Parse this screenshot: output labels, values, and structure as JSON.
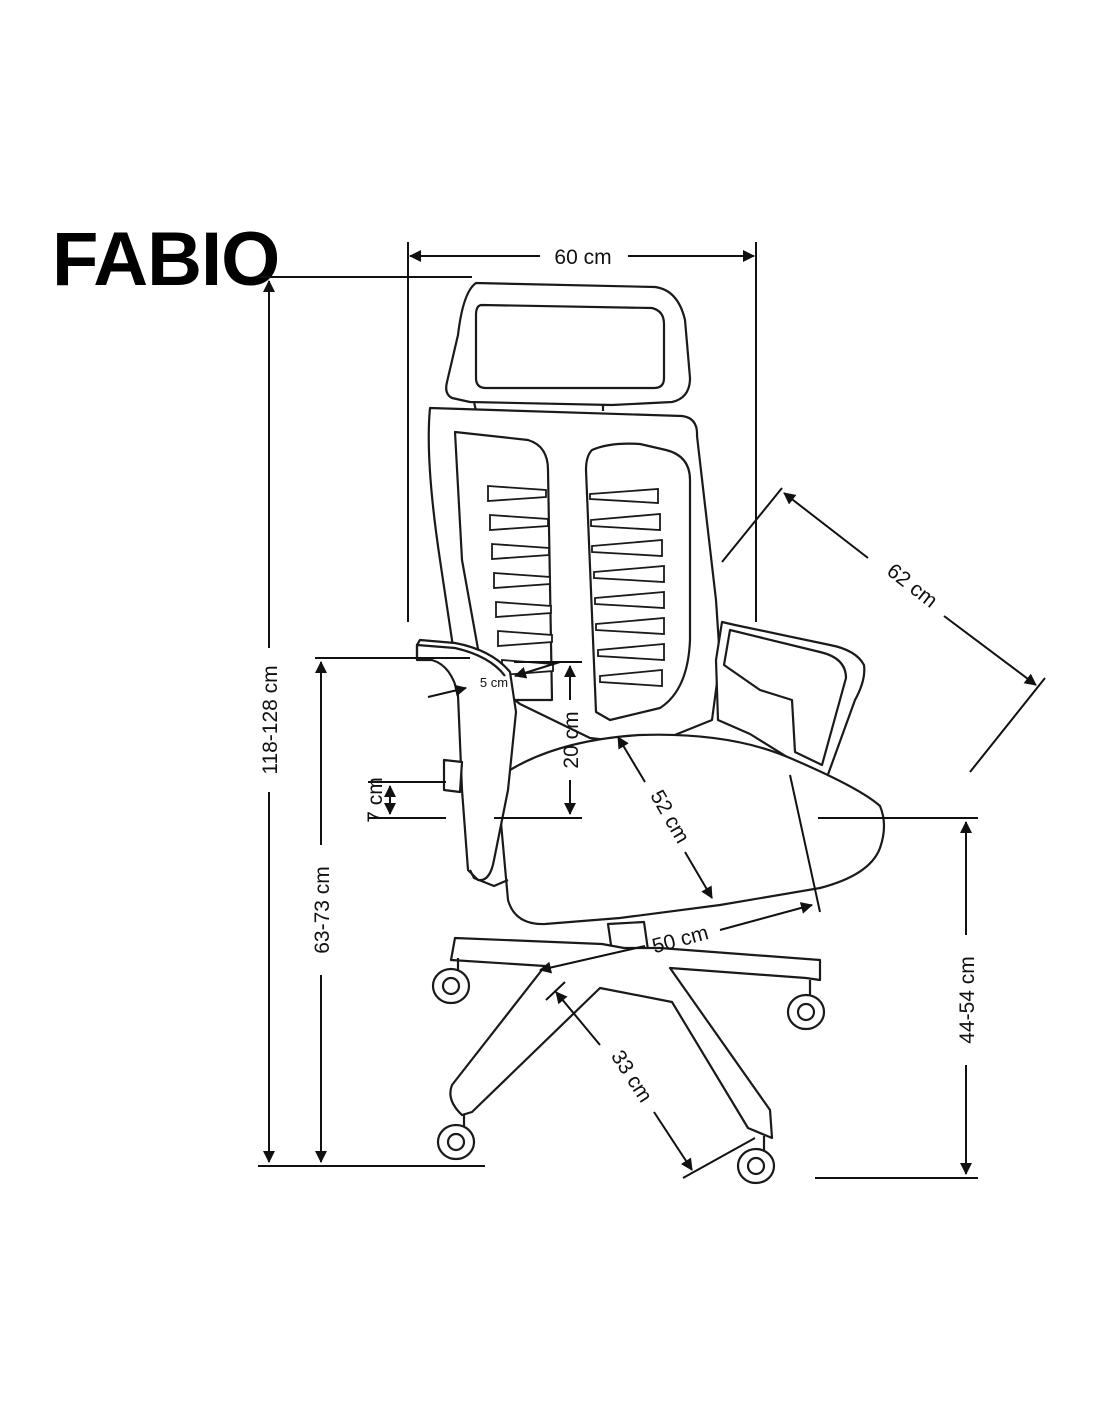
{
  "product": {
    "name": "FABIO"
  },
  "dimensions": {
    "width": "60 cm",
    "depth": "62 cm",
    "total_height": "118-128 cm",
    "armrest_height": "63-73 cm",
    "armrest_width": "5 cm",
    "backrest_height": "20 cm",
    "armrest_adjust": "7 cm",
    "seat_depth": "52 cm",
    "seat_width": "50 cm",
    "base_radius": "33 cm",
    "seat_height": "44-54 cm"
  },
  "colors": {
    "line": "#111111",
    "background": "#ffffff"
  }
}
